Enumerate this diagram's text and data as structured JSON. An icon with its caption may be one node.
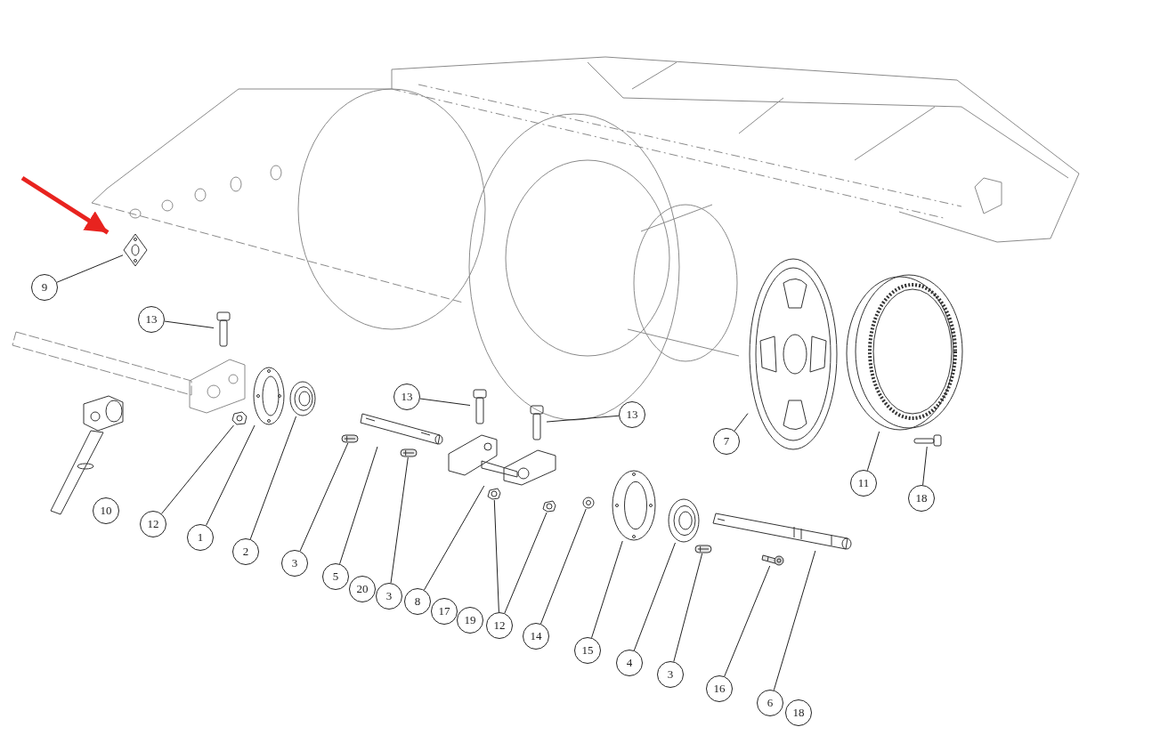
{
  "diagram": {
    "nodes": [
      {
        "text": [
          "9"
        ]
      },
      {
        "text": [],
        "shape": "picture"
      },
      {
        "text": [
          "13"
        ]
      },
      {
        "text": [],
        "shape": "picture"
      },
      {
        "text": [
          "10"
        ]
      },
      {
        "text": [],
        "shape": "picture"
      },
      {
        "text": [
          "12"
        ]
      },
      {
        "text": [],
        "shape": "picture"
      },
      {
        "text": [
          "1"
        ]
      },
      {
        "text": [],
        "shape": "picture"
      },
      {
        "text": [
          "2"
        ]
      },
      {
        "text": [],
        "shape": "picture"
      },
      {
        "text": [
          "3"
        ]
      },
      {
        "text": [],
        "shape": "picture"
      },
      {
        "text": [
          "5"
        ]
      },
      {
        "text": [],
        "shape": "picture"
      },
      {
        "text": [
          "20"
        ]
      },
      {
        "text": [
          "3"
        ]
      },
      {
        "text": [],
        "shape": "picture"
      },
      {
        "text": [
          "8"
        ]
      },
      {
        "text": [],
        "shape": "picture"
      },
      {
        "text": [
          "17"
        ]
      },
      {
        "text": [
          "19"
        ]
      },
      {
        "text": [
          "12"
        ]
      },
      {
        "text": [],
        "shape": "picture"
      },
      {
        "text": [],
        "shape": "picture"
      },
      {
        "text": [
          "13"
        ]
      },
      {
        "text": [],
        "shape": "picture"
      },
      {
        "text": [
          "13"
        ]
      },
      {
        "text": [],
        "shape": "picture"
      },
      {
        "text": [
          "14"
        ]
      },
      {
        "text": [],
        "shape": "picture"
      },
      {
        "text": [
          "15"
        ]
      },
      {
        "text": [],
        "shape": "picture"
      },
      {
        "text": [
          "4"
        ]
      },
      {
        "text": [],
        "shape": "picture"
      },
      {
        "text": [
          "3"
        ]
      },
      {
        "text": [],
        "shape": "picture"
      },
      {
        "text": [
          "16"
        ]
      },
      {
        "text": [],
        "shape": "picture"
      },
      {
        "text": [
          "6"
        ]
      },
      {
        "text": [],
        "shape": "picture"
      },
      {
        "text": [
          "18"
        ]
      },
      {
        "text": [
          "7"
        ]
      },
      {
        "text": [],
        "shape": "picture"
      },
      {
        "text": [
          "11"
        ]
      },
      {
        "text": [],
        "shape": "picture"
      },
      {
        "text": [
          "18"
        ]
      },
      {
        "text": [],
        "shape": "picture"
      }
    ],
    "edges": [
      {
        "from": null,
        "to": 1,
        "arrow": "to",
        "style": "thick",
        "color": "#e8231f"
      },
      {
        "from": 0,
        "to": 1,
        "arrow": "none"
      },
      {
        "from": 2,
        "to": 3,
        "arrow": "none"
      },
      {
        "from": 4,
        "to": 5,
        "arrow": "none"
      },
      {
        "from": 6,
        "to": 7,
        "arrow": "none"
      },
      {
        "from": 8,
        "to": 9,
        "arrow": "none"
      },
      {
        "from": 10,
        "to": 11,
        "arrow": "none"
      },
      {
        "from": 12,
        "to": 13,
        "arrow": "none"
      },
      {
        "from": 14,
        "to": 15,
        "arrow": "none"
      },
      {
        "from": 17,
        "to": 18,
        "arrow": "none"
      },
      {
        "from": 19,
        "to": 20,
        "arrow": "none"
      },
      {
        "from": 23,
        "to": 24,
        "arrow": "none"
      },
      {
        "from": 23,
        "to": 25,
        "arrow": "none"
      },
      {
        "from": 26,
        "to": 27,
        "arrow": "none"
      },
      {
        "from": 28,
        "to": 29,
        "arrow": "none"
      },
      {
        "from": 30,
        "to": 31,
        "arrow": "none"
      },
      {
        "from": 32,
        "to": 33,
        "arrow": "none"
      },
      {
        "from": 34,
        "to": 35,
        "arrow": "none"
      },
      {
        "from": 36,
        "to": 37,
        "arrow": "none"
      },
      {
        "from": 38,
        "to": 39,
        "arrow": "none"
      },
      {
        "from": 40,
        "to": 41,
        "arrow": "none"
      },
      {
        "from": 43,
        "to": 44,
        "arrow": "none"
      },
      {
        "from": 45,
        "to": 46,
        "arrow": "none"
      },
      {
        "from": 47,
        "to": 48,
        "arrow": "none"
      }
    ]
  }
}
